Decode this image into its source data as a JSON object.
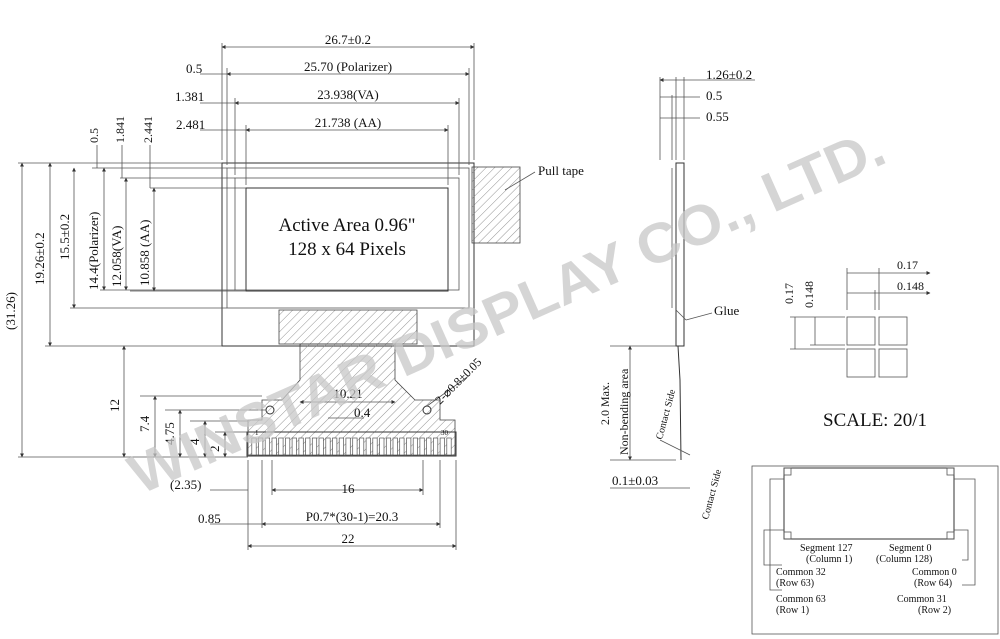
{
  "watermark": "WINSTAR DISPLAY CO., LTD.",
  "front_view": {
    "dims_top": {
      "overall": "26.7±0.2",
      "polarizer_offset": "0.5",
      "polarizer": "25.70 (Polarizer)",
      "va_offset": "1.381",
      "va": "23.938(VA)",
      "aa_offset": "2.481",
      "aa": "21.738 (AA)"
    },
    "dims_left": {
      "d_05": "0.5",
      "d_1841": "1.841",
      "d_2441": "2.441",
      "total": "(31.26)",
      "height": "19.26±0.2",
      "polarizer": "15.5±0.2",
      "polarizer2": "14.4(Polarizer)",
      "va": "12.058(VA)",
      "aa": "10.858 (AA)",
      "d_12": "12",
      "d_74": "7.4",
      "d_475": "4.75",
      "d_4": "4",
      "d_2": "2"
    },
    "active_area": {
      "line1": "Active Area 0.96\"",
      "line2": "128 x 64 Pixels"
    },
    "pull_tape": "Pull tape",
    "fpc": {
      "d_1021": "10.21",
      "d_04": "0.4",
      "hole": "2-⌀0.8±0.05",
      "pin_first": "1",
      "pin_last": "30",
      "d_235": "(2.35)",
      "d_16": "16",
      "d_085": "0.85",
      "pitch": "P0.7*(30-1)=20.3",
      "d_22": "22"
    }
  },
  "side_view": {
    "d_126": "1.26±0.2",
    "d_05": "0.5",
    "d_055": "0.55",
    "glue": "Glue",
    "max": "2.0 Max.",
    "non_bending": "Non-bending area",
    "contact_side1": "Contact Side",
    "contact_side2": "Contact Side",
    "d_01": "0.1±0.03"
  },
  "pixel_detail": {
    "d_017_top": "0.17",
    "d_0148_top": "0.148",
    "d_017_left": "0.17",
    "d_0148_left": "0.148",
    "scale": "SCALE: 20/1"
  },
  "mapping": {
    "seg127": "Segment 127",
    "col1": "(Column 1)",
    "seg0": "Segment 0",
    "col128": "(Column 128)",
    "com32": "Common 32",
    "row63": "(Row 63)",
    "com0": "Common 0",
    "row64": "(Row 64)",
    "com63": "Common 63",
    "row1": "(Row 1)",
    "com31": "Common 31",
    "row2": "(Row 2)"
  }
}
